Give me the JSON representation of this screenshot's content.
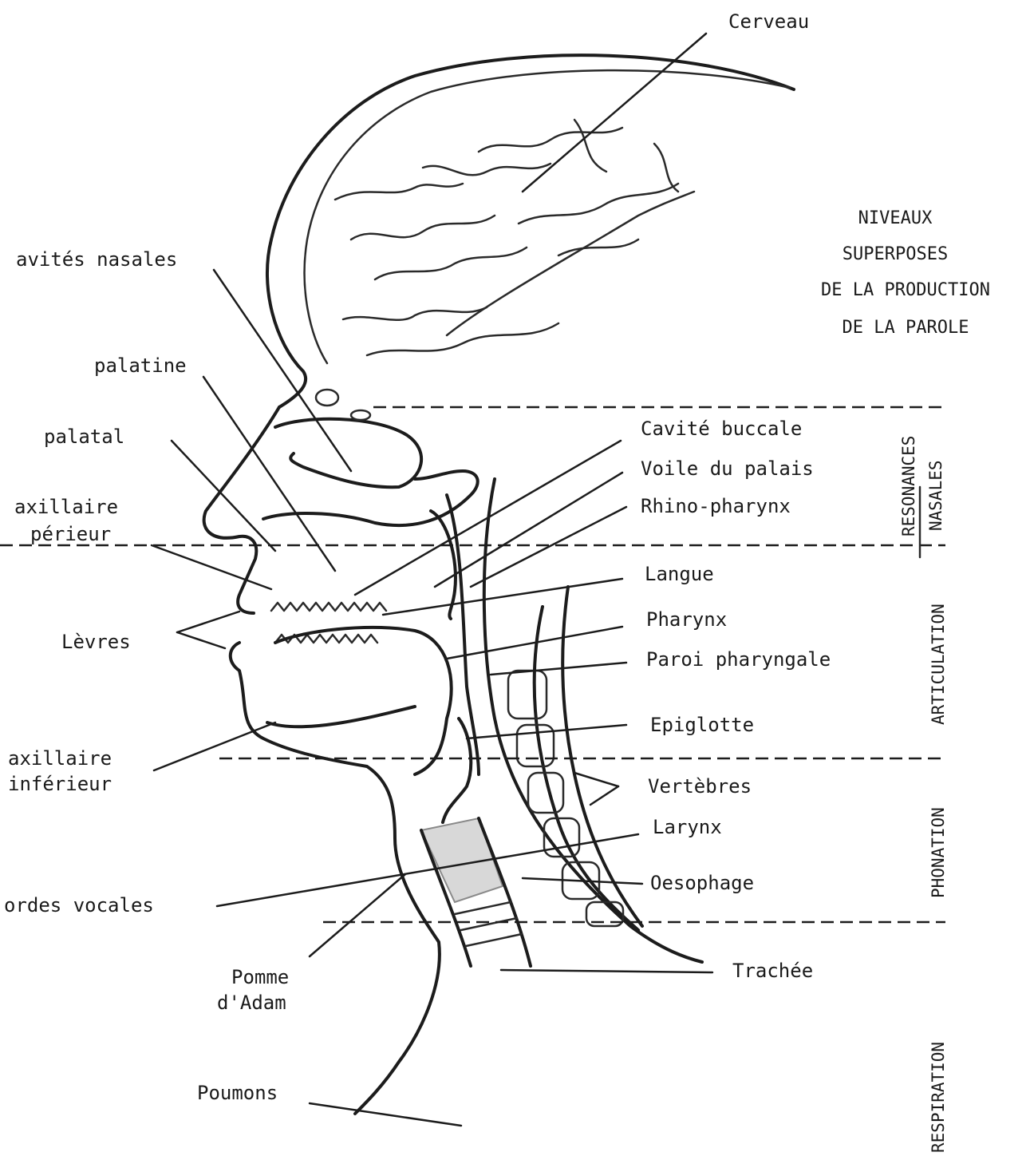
{
  "title": {
    "line1": "NIVEAUX",
    "line2": "SUPERPOSES",
    "line3": "DE LA PRODUCTION",
    "line4": "DE LA PAROLE"
  },
  "labels": {
    "cerveau": "Cerveau",
    "cavites_nasales": "avités nasales",
    "palatine": "palatine",
    "palatal": "palatal",
    "maxillaire_superieur_1": "axillaire",
    "maxillaire_superieur_2": "périeur",
    "levres": "Lèvres",
    "maxillaire_inferieur_1": "axillaire",
    "maxillaire_inferieur_2": "inférieur",
    "cordes_vocales": "ordes vocales",
    "pomme_adam_1": "Pomme",
    "pomme_adam_2": "d'Adam",
    "poumons": "Poumons",
    "cavite_buccale": "Cavité buccale",
    "voile_du_palais": "Voile du palais",
    "rhino_pharynx": "Rhino-pharynx",
    "langue": "Langue",
    "pharynx": "Pharynx",
    "paroi_pharyngale": "Paroi pharyngale",
    "epiglotte": "Epiglotte",
    "vertebres": "Vertèbres",
    "larynx": "Larynx",
    "oesophage": "Oesophage",
    "trachee": "Trachée"
  },
  "levels": {
    "resonances": "RESONANCES",
    "nasales": "NASALES",
    "articulation": "ARTICULATION",
    "phonation": "PHONATION",
    "respiration": "RESPIRATION"
  }
}
